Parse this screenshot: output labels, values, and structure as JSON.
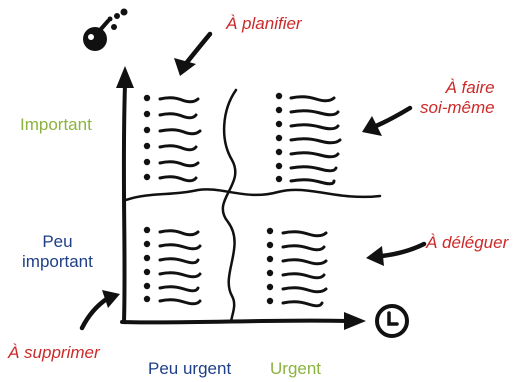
{
  "annotations": {
    "plan": "À planifier",
    "do_yourself": "À faire\nsoi-même",
    "delegate": "À déléguer",
    "delete": "À supprimer"
  },
  "axes": {
    "y_high": "Important",
    "y_low": "Peu\nimportant",
    "x_low": "Peu urgent",
    "x_high": "Urgent"
  },
  "icons": {
    "y_axis_icon": "bomb-icon",
    "x_axis_icon": "clock-icon"
  },
  "colors": {
    "annotation": "#cc2a2a",
    "positive": "#8cb33e",
    "neutral": "#1f3f86",
    "ink": "#111111"
  }
}
